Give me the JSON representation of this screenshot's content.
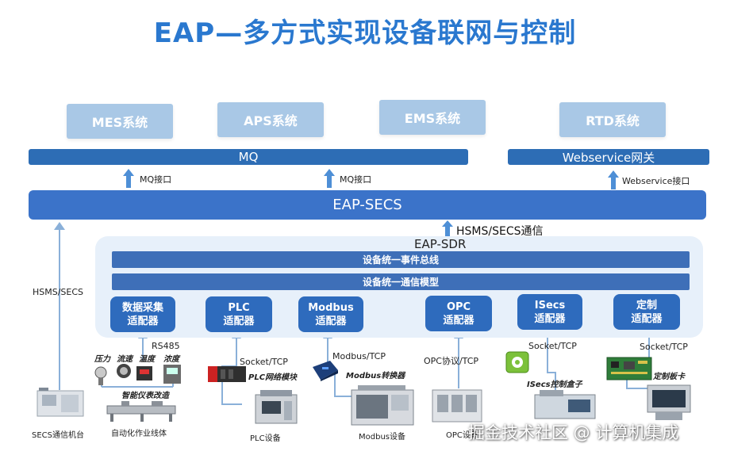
{
  "title": "EAP—多方式实现设备联网与控制",
  "systems": [
    "MES系统",
    "APS系统",
    "EMS系统",
    "RTD系统"
  ],
  "bars": {
    "mq": "MQ",
    "webservice": "Webservice网关"
  },
  "interfaces": {
    "mq1": "MQ接口",
    "mq2": "MQ接口",
    "ws": "Webservice接口"
  },
  "eap_secs": "EAP-SECS",
  "hsms_secs_comm": "HSMS/SECS通信",
  "sdr": {
    "title": "EAP-SDR",
    "bus": "设备统一事件总线",
    "model": "设备统一通信模型"
  },
  "adapters": [
    {
      "line1": "数据采集",
      "line2": "适配器"
    },
    {
      "line1": "PLC",
      "line2": "适配器"
    },
    {
      "line1": "Modbus",
      "line2": "适配器"
    },
    {
      "line1": "OPC",
      "line2": "适配器"
    },
    {
      "line1": "ISecs",
      "line2": "适配器"
    },
    {
      "line1": "定制",
      "line2": "适配器"
    }
  ],
  "left": {
    "hsms": "HSMS/SECS",
    "machine": "SECS通信机台"
  },
  "sensors": {
    "labels": [
      "压力",
      "流速",
      "温度",
      "浓度"
    ],
    "rs485": "RS485",
    "meter": "智能仪表改造",
    "line": "自动化作业线体"
  },
  "plc": {
    "conn": "Socket/TCP",
    "module": "PLC网络模块",
    "device": "PLC设备"
  },
  "modbus": {
    "conn": "Modbus/TCP",
    "module": "Modbus转换器",
    "device": "Modbus设备"
  },
  "opc": {
    "conn": "OPC协议/TCP",
    "device": "OPC设备"
  },
  "isecs": {
    "conn": "Socket/TCP",
    "module": "ISecs控制盒子"
  },
  "custom": {
    "conn": "Socket/TCP",
    "module": "定制板卡"
  },
  "watermark": "掘金技术社区 @ 计算机集成"
}
